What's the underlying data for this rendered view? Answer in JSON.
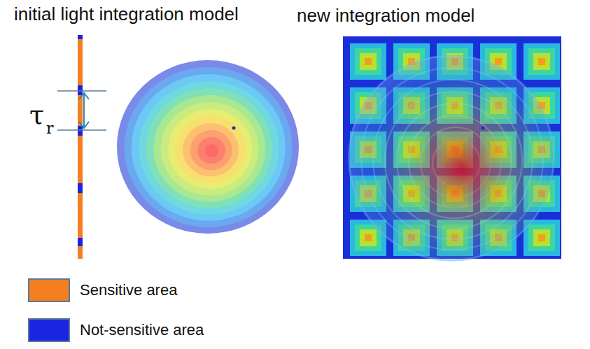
{
  "diagram": {
    "labels": [
      "initial light integration model",
      "new integration model",
      "τ",
      "r"
    ],
    "legend": [
      {
        "text": "Sensitive area",
        "color": "#f57f20"
      },
      {
        "text": "Not-sensitive area",
        "color": "#1b24e0"
      }
    ]
  }
}
